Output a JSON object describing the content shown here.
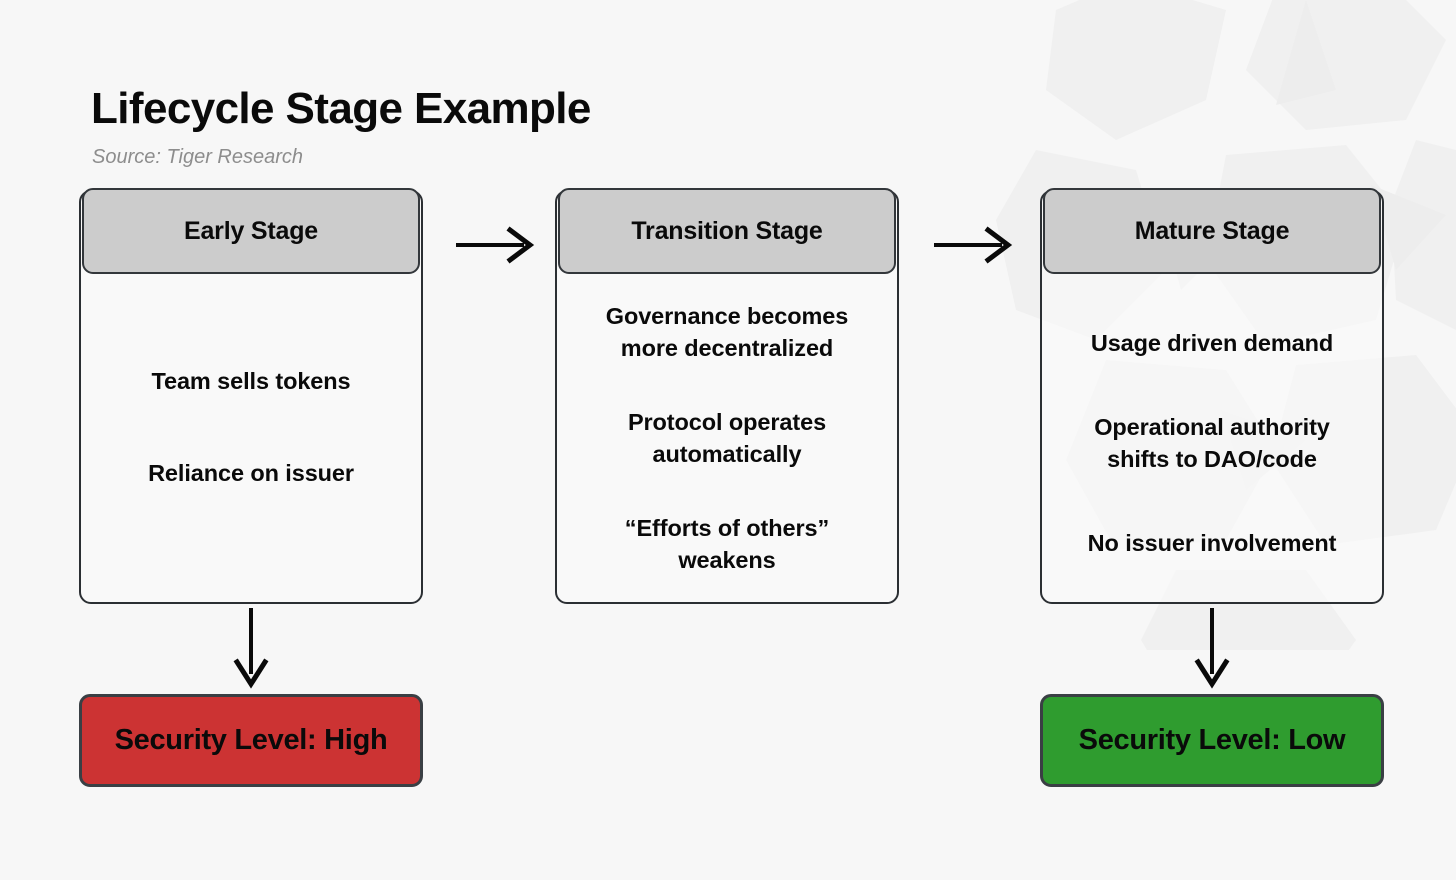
{
  "header": {
    "title": "Lifecycle Stage Example",
    "source": "Source: Tiger Research"
  },
  "colors": {
    "background": "#f7f7f7",
    "card_header_fill": "#cccccc",
    "card_body_fill": "#fafafa",
    "card_border": "#2b2f33",
    "text": "#0a0a0a",
    "source_text": "#8d8d8d",
    "security_high": "#cc3333",
    "security_low": "#2f9c2f",
    "watermark": "#f0f0f0"
  },
  "diagram": {
    "type": "flow",
    "stages": [
      {
        "id": "early",
        "header": "Early Stage",
        "items": [
          "Team sells tokens",
          "Reliance on issuer"
        ]
      },
      {
        "id": "transition",
        "header": "Transition Stage",
        "items": [
          "Governance becomes\nmore decentralized",
          "Protocol operates\nautomatically",
          "“Efforts of others”\nweakens"
        ]
      },
      {
        "id": "mature",
        "header": "Mature Stage",
        "items": [
          "Usage driven demand",
          "Operational authority\nshifts to DAO/code",
          "No issuer involvement"
        ]
      }
    ],
    "flow_arrows": [
      {
        "id": "early-to-transition",
        "icon": "arrow-right-icon"
      },
      {
        "id": "transition-to-mature",
        "icon": "arrow-right-icon"
      }
    ],
    "outcome_arrows": [
      {
        "id": "early-to-high",
        "icon": "arrow-down-icon"
      },
      {
        "id": "mature-to-low",
        "icon": "arrow-down-icon"
      }
    ],
    "badges": [
      {
        "id": "security-high",
        "label": "Security Level: High",
        "color": "#cc3333",
        "from_stage": "early"
      },
      {
        "id": "security-low",
        "label": "Security Level: Low",
        "color": "#2f9c2f",
        "from_stage": "mature"
      }
    ]
  }
}
